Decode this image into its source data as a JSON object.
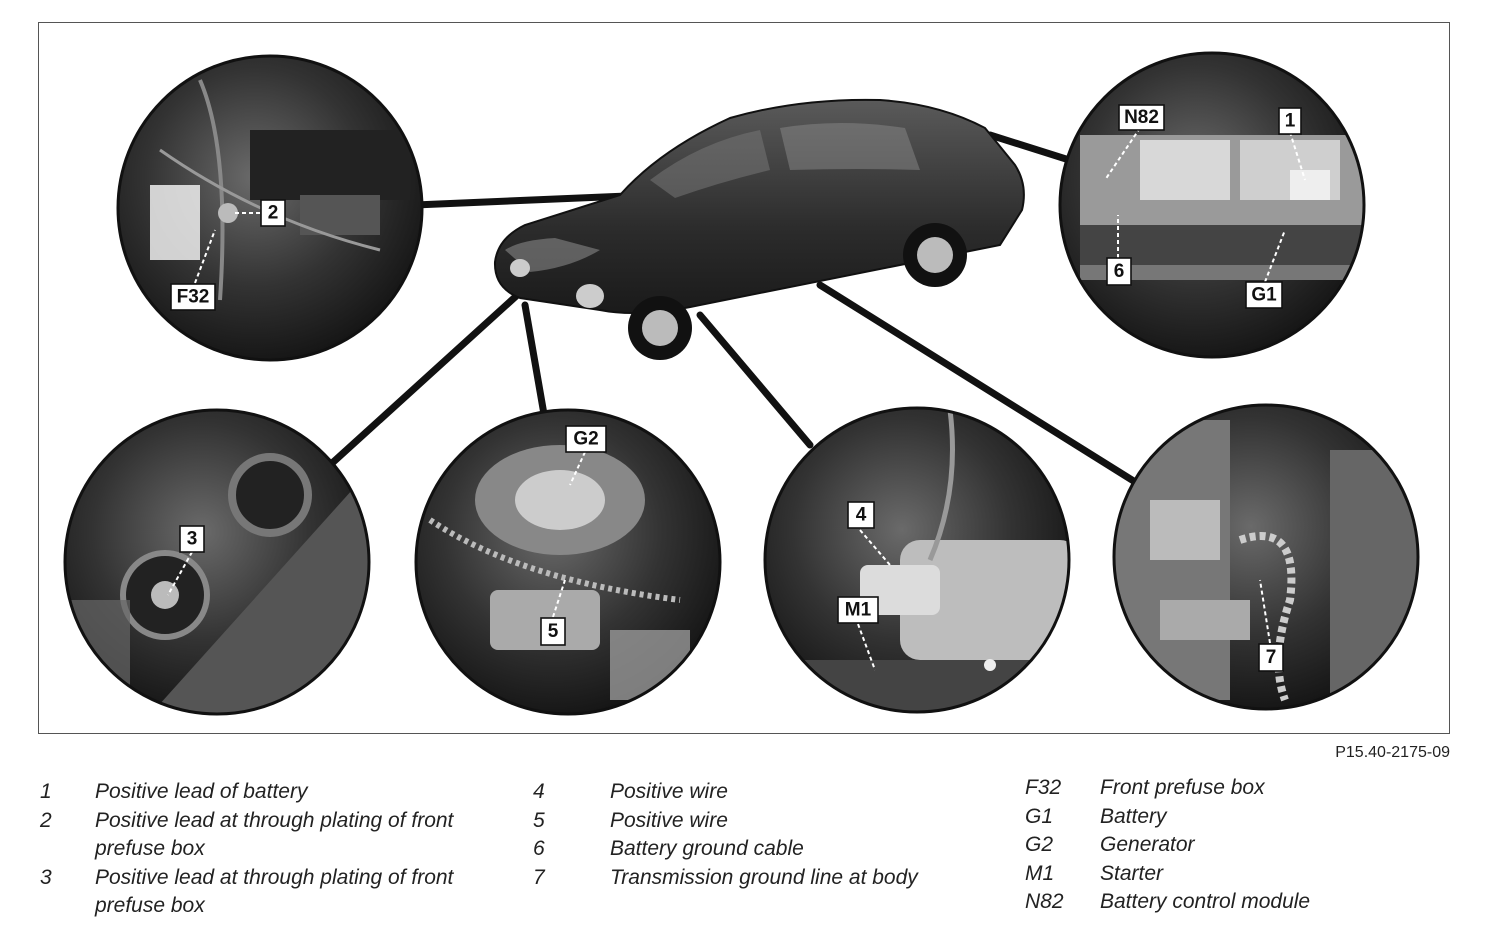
{
  "figure_code": "P15.40-2175-09",
  "callouts": {
    "n82": "N82",
    "c1": "1",
    "c2": "2",
    "f32": "F32",
    "c6": "6",
    "g1": "G1",
    "c3": "3",
    "g2": "G2",
    "c5": "5",
    "c4": "4",
    "m1": "M1",
    "c7": "7"
  },
  "legend": {
    "col1": [
      {
        "key": "1",
        "text": "Positive lead of battery"
      },
      {
        "key": "2",
        "text": "Positive lead at through plating of front prefuse box"
      },
      {
        "key": "3",
        "text": "Positive lead at through plating of front prefuse box"
      }
    ],
    "col2": [
      {
        "key": "4",
        "text": "Positive wire"
      },
      {
        "key": "5",
        "text": "Positive wire"
      },
      {
        "key": "6",
        "text": "Battery ground cable"
      },
      {
        "key": "7",
        "text": "Transmission ground line at body"
      }
    ],
    "col3": [
      {
        "key": "F32",
        "text": "Front prefuse box"
      },
      {
        "key": "G1",
        "text": "Battery"
      },
      {
        "key": "G2",
        "text": "Generator"
      },
      {
        "key": "M1",
        "text": "Starter"
      },
      {
        "key": "N82",
        "text": "Battery control module"
      }
    ]
  }
}
